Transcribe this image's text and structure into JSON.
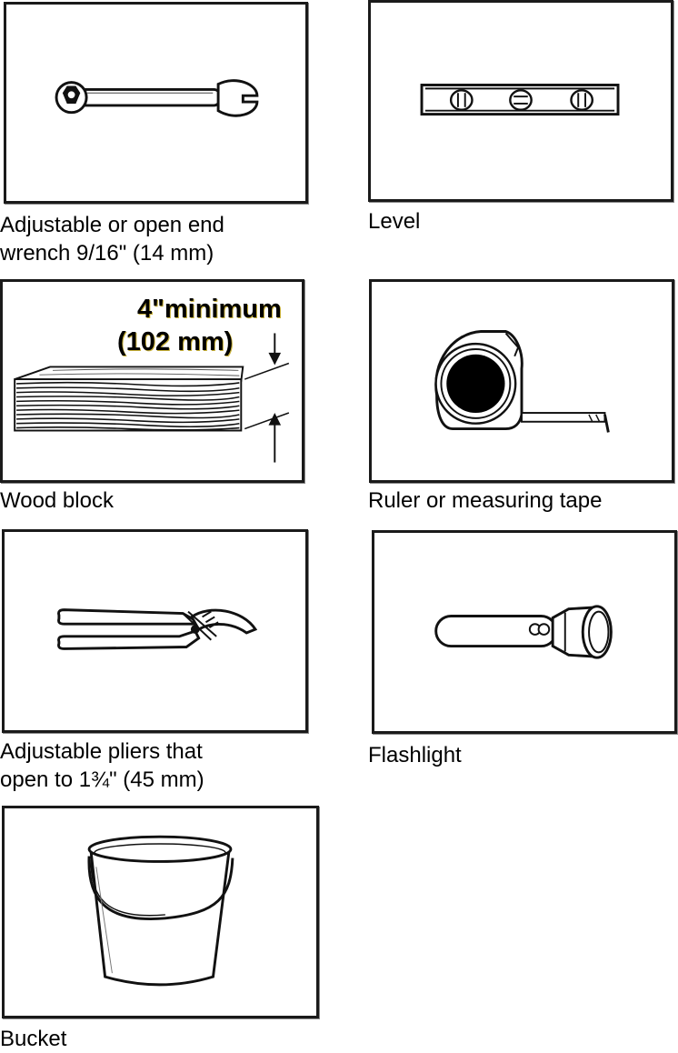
{
  "tools": {
    "wrench": {
      "caption_line1": "Adjustable or open end",
      "caption_line2": "wrench 9/16\" (14 mm)"
    },
    "level": {
      "caption": "Level"
    },
    "wood_block": {
      "caption": "Wood block",
      "dimension_value": "4\"minimum",
      "dimension_metric": "(102 mm)"
    },
    "measuring_tape": {
      "caption": "Ruler or measuring tape"
    },
    "pliers": {
      "caption_line1": "Adjustable pliers that",
      "caption_line2": "open to 1¾\" (45 mm)"
    },
    "flashlight": {
      "caption": "Flashlight"
    },
    "bucket": {
      "caption": "Bucket"
    }
  }
}
